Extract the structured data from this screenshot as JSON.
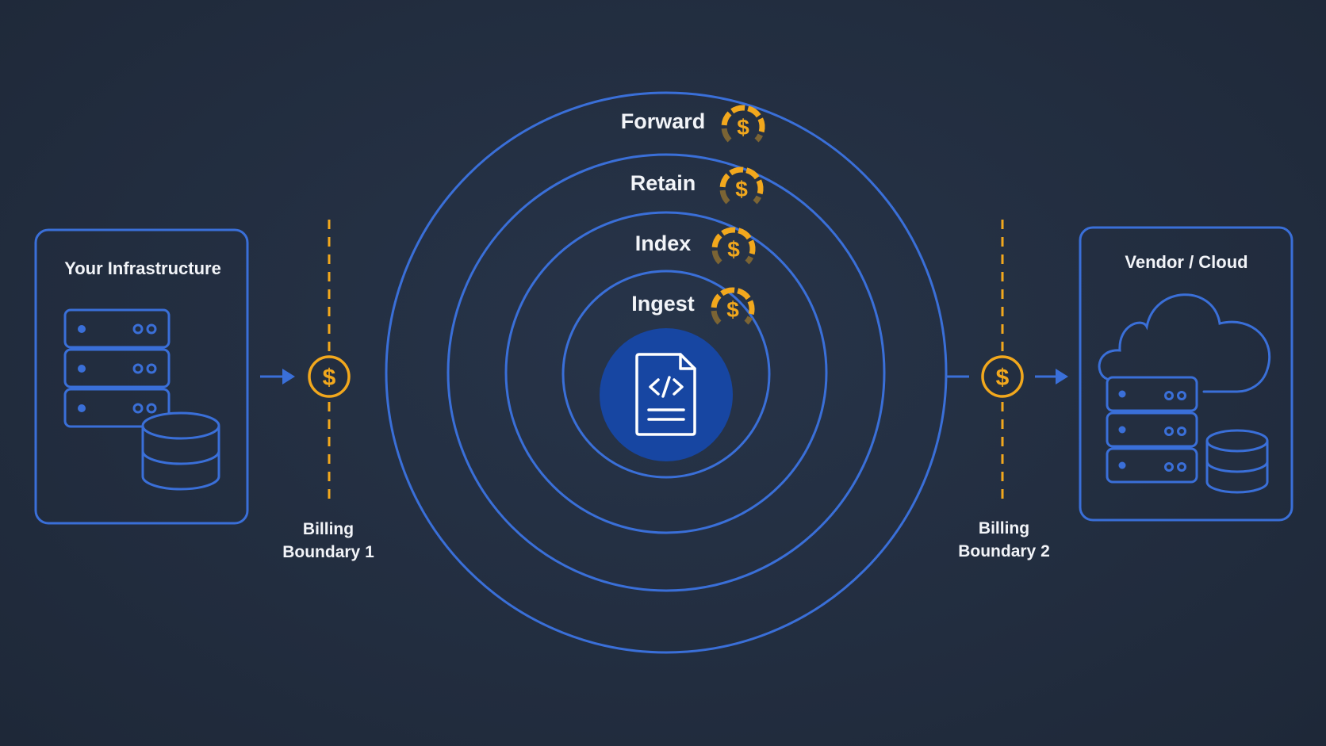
{
  "left_box": {
    "title": "Your Infrastructure"
  },
  "right_box": {
    "title": "Vendor / Cloud"
  },
  "rings": [
    {
      "label": "Forward"
    },
    {
      "label": "Retain"
    },
    {
      "label": "Index"
    },
    {
      "label": "Ingest"
    }
  ],
  "boundary_1": {
    "line1": "Billing",
    "line2": "Boundary 1"
  },
  "boundary_2": {
    "line1": "Billing",
    "line2": "Boundary 2"
  },
  "colors": {
    "background": "#232e40",
    "line_blue": "#3a6fd8",
    "core_blue": "#1746a2",
    "coin_gold": "#f2a81d",
    "coin_gold_dim": "#7b6434",
    "text": "#f2f4f8"
  },
  "icons": {
    "left_box": [
      "server-rack-icon",
      "database-icon"
    ],
    "right_box": [
      "cloud-icon",
      "server-rack-icon",
      "database-icon"
    ],
    "core": "code-document-icon",
    "boundary": "dollar-coin-icon",
    "ring_cost": "dollar-gauge-icon",
    "flow": "arrow-right-icon"
  }
}
